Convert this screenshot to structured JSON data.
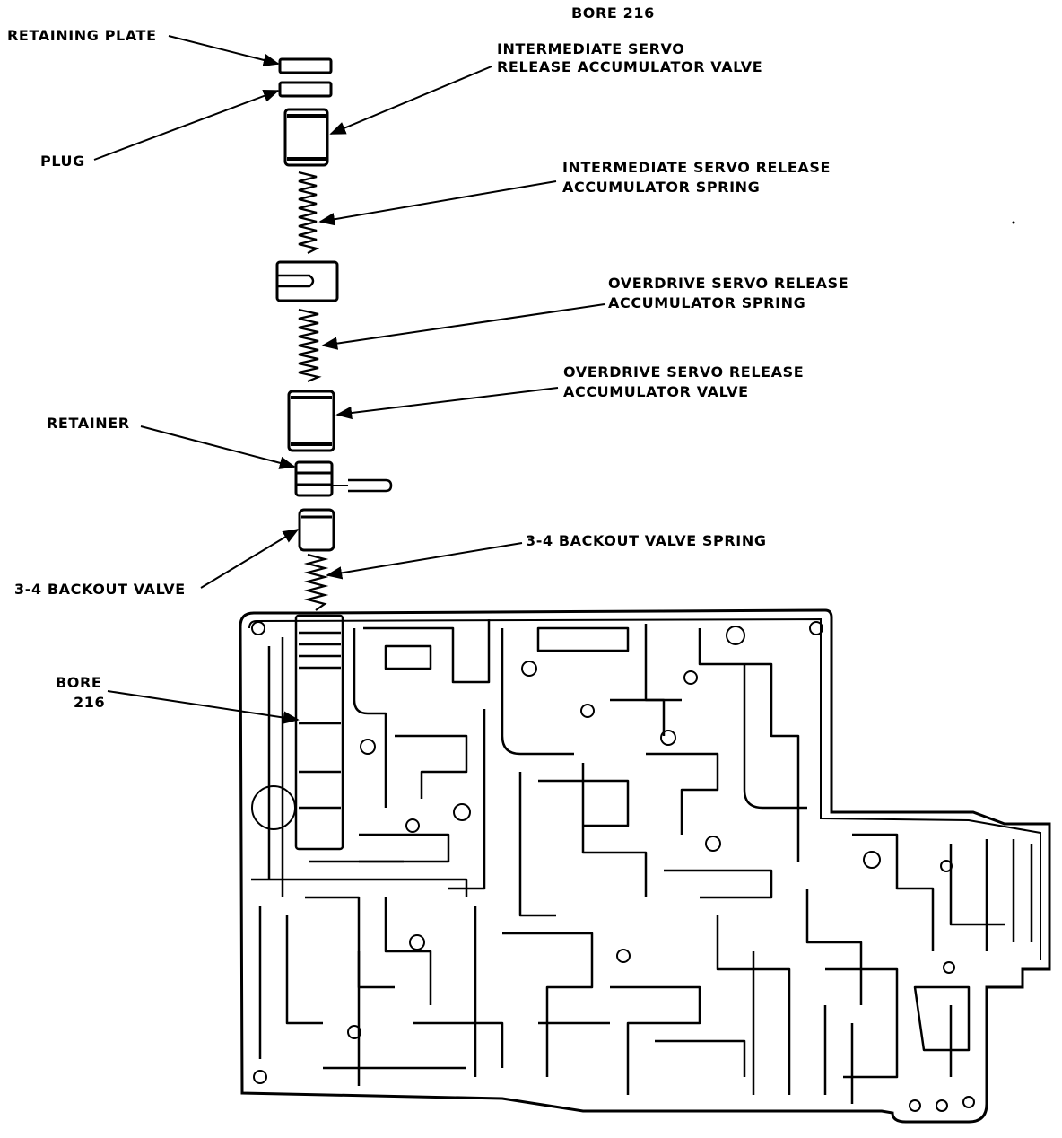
{
  "header": {
    "title": "BORE 216"
  },
  "labels": {
    "retaining_plate": "RETAINING PLATE",
    "plug": "PLUG",
    "int_valve_1": "INTERMEDIATE SERVO",
    "int_valve_2": "RELEASE ACCUMULATOR VALVE",
    "int_spring_1": "INTERMEDIATE SERVO RELEASE",
    "int_spring_2": "ACCUMULATOR SPRING",
    "od_spring_1": "OVERDRIVE SERVO RELEASE",
    "od_spring_2": "ACCUMULATOR SPRING",
    "od_valve_1": "OVERDRIVE SERVO RELEASE",
    "od_valve_2": "ACCUMULATOR VALVE",
    "retainer": "RETAINER",
    "backout_spring": "3-4 BACKOUT VALVE SPRING",
    "backout_valve": "3-4 BACKOUT VALVE",
    "bore_1": "BORE",
    "bore_2": "216"
  }
}
